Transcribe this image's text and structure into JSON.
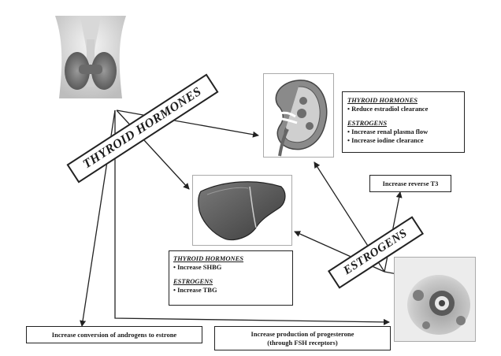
{
  "banners": {
    "thyroid": "THYROID HORMONES",
    "estrogens": "ESTROGENS"
  },
  "kidney_box": {
    "heading1": "THYROID HORMONES",
    "item1": "• Reduce estradiol clearance",
    "heading2": "ESTROGENS",
    "item2": "• Increase renal plasma flow",
    "item3": "• Increase iodine clearance"
  },
  "reverse_t3_box": {
    "text": "Increase reverse T3"
  },
  "liver_box": {
    "heading1": "THYROID HORMONES",
    "item1": "• Increase SHBG",
    "heading2": "ESTROGENS",
    "item2": "• Increase TBG"
  },
  "androgens_box": {
    "text": "Increase conversion of androgens to estrone"
  },
  "progesterone_box": {
    "line1": "Increase production of progesterone",
    "line2": "(through FSH receptors)"
  },
  "icons": [
    "thyroid-gland-icon",
    "kidney-icon",
    "liver-icon",
    "ovary-icon"
  ]
}
